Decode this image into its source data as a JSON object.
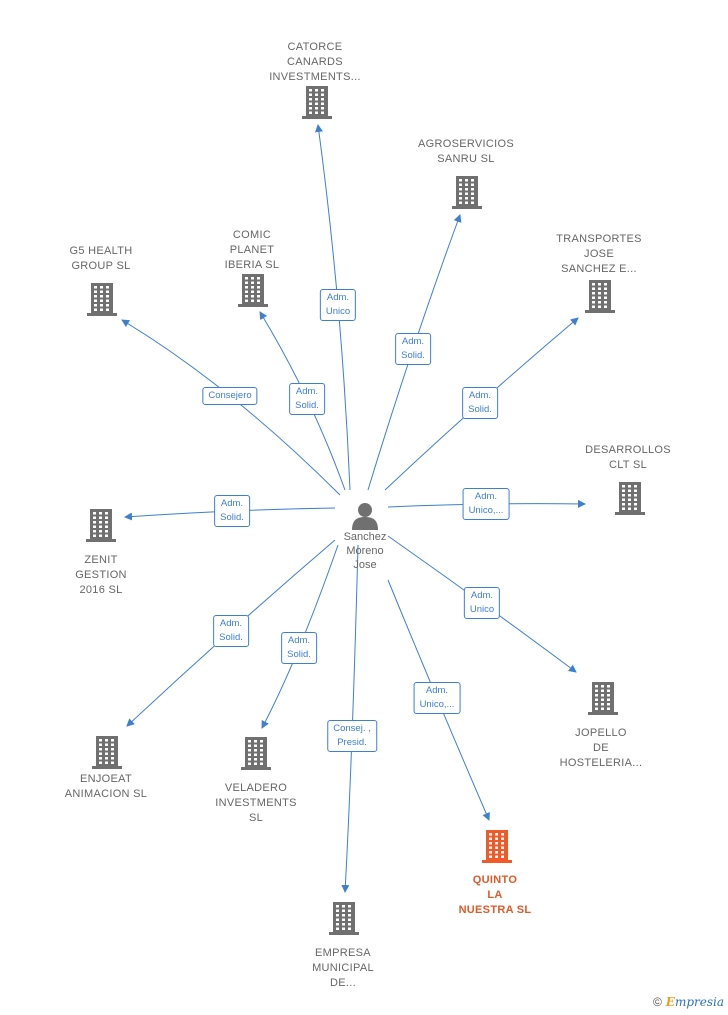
{
  "center": {
    "label": "Sanchez\nMoreno\nJose",
    "icon": "person-icon"
  },
  "colors": {
    "edge": "#3e7fd0",
    "building": "#707070",
    "main_building": "#f05a28"
  },
  "nodes": [
    {
      "id": "catorce",
      "label": "CATORCE\nCANARDS\nINVESTMENTS...",
      "edge_label": "Adm.\nUnico",
      "highlight": false
    },
    {
      "id": "agroservicios",
      "label": "AGROSERVICIOS\nSANRU  SL",
      "edge_label": "Adm.\nSolid.",
      "highlight": false
    },
    {
      "id": "transportes",
      "label": "TRANSPORTES\nJOSE\nSANCHEZ E...",
      "edge_label": "Adm.\nSolid.",
      "highlight": false
    },
    {
      "id": "comic",
      "label": "COMIC\nPLANET\nIBERIA  SL",
      "edge_label": "Adm.\nSolid.",
      "highlight": false
    },
    {
      "id": "g5",
      "label": "G5 HEALTH\nGROUP  SL",
      "edge_label": "Consejero",
      "highlight": false
    },
    {
      "id": "desarrollos",
      "label": "DESARROLLOS\nCLT  SL",
      "edge_label": "Adm.\nUnico,...",
      "highlight": false
    },
    {
      "id": "zenit",
      "label": "ZENIT\nGESTION\n2016  SL",
      "edge_label": "Adm.\nSolid.",
      "highlight": false
    },
    {
      "id": "jopello",
      "label": "JOPELLO\nDE\nHOSTELERIA...",
      "edge_label": "Adm.\nUnico",
      "highlight": false
    },
    {
      "id": "enjoeat",
      "label": "ENJOEAT\nANIMACION  SL",
      "edge_label": "Adm.\nSolid.",
      "highlight": false
    },
    {
      "id": "veladero",
      "label": "VELADERO\nINVESTMENTS\nSL",
      "edge_label": "Adm.\nSolid.",
      "highlight": false
    },
    {
      "id": "empresa",
      "label": "EMPRESA\nMUNICIPAL\nDE...",
      "edge_label": "Consej. ,\nPresid.",
      "highlight": false
    },
    {
      "id": "quinto",
      "label": "QUINTO\nLA\nNUESTRA  SL",
      "edge_label": "Adm.\nUnico,...",
      "highlight": true
    }
  ],
  "footer": {
    "copyright_symbol": "©",
    "brand_first": "E",
    "brand_rest": "mpresia"
  }
}
